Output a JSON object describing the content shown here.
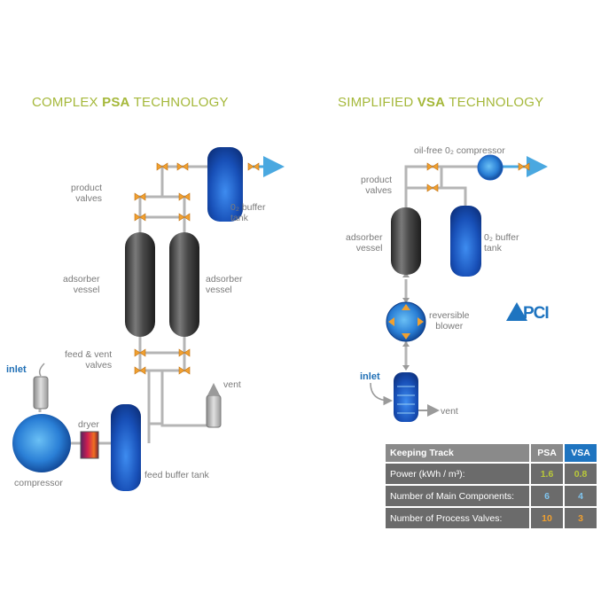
{
  "titles": {
    "psa_prefix": "COMPLEX ",
    "psa_bold": "PSA",
    "psa_suffix": " TECHNOLOGY",
    "vsa_prefix": "SIMPLIFIED ",
    "vsa_bold": "VSA",
    "vsa_suffix": " TECHNOLOGY"
  },
  "psa_labels": {
    "product_valves": "product\nvalves",
    "o2_buffer_tank": "0₂ buffer\ntank",
    "adsorber_left": "adsorber\nvessel",
    "adsorber_right": "adsorber\nvessel",
    "feed_vent_valves": "feed & vent\nvalves",
    "vent": "vent",
    "inlet": "inlet",
    "dryer": "dryer",
    "compressor": "compressor",
    "feed_buffer_tank": "feed buffer tank"
  },
  "vsa_labels": {
    "oil_free_compressor": "oil-free 0₂ compressor",
    "product_valves": "product\nvalves",
    "adsorber": "adsorber\nvessel",
    "o2_buffer_tank": "0₂ buffer\ntank",
    "reversible_blower": "reversible\nblower",
    "inlet": "inlet",
    "vent": "vent"
  },
  "logo": {
    "text": "PCI"
  },
  "table": {
    "header": {
      "label": "Keeping Track",
      "psa": "PSA",
      "vsa": "VSA"
    },
    "rows": [
      {
        "label": "Power (kWh / m³):",
        "psa": "1.6",
        "vsa": "0.8",
        "psa_color": "#b9c83a",
        "vsa_color": "#b9c83a"
      },
      {
        "label": "Number of Main Components:",
        "psa": "6",
        "vsa": "4",
        "psa_color": "#7fc4ee",
        "vsa_color": "#7fc4ee"
      },
      {
        "label": "Number of Process Valves:",
        "psa": "10",
        "vsa": "3",
        "psa_color": "#f0a030",
        "vsa_color": "#f0a030"
      }
    ]
  },
  "colors": {
    "title_green": "#a5b83a",
    "pipe_gray": "#b5b5b5",
    "valve_orange": "#f0a030",
    "arrow_blue": "#4aa8e0",
    "tank_blue": "#1e5fc0",
    "vessel_dark": "#3a3a3a"
  }
}
